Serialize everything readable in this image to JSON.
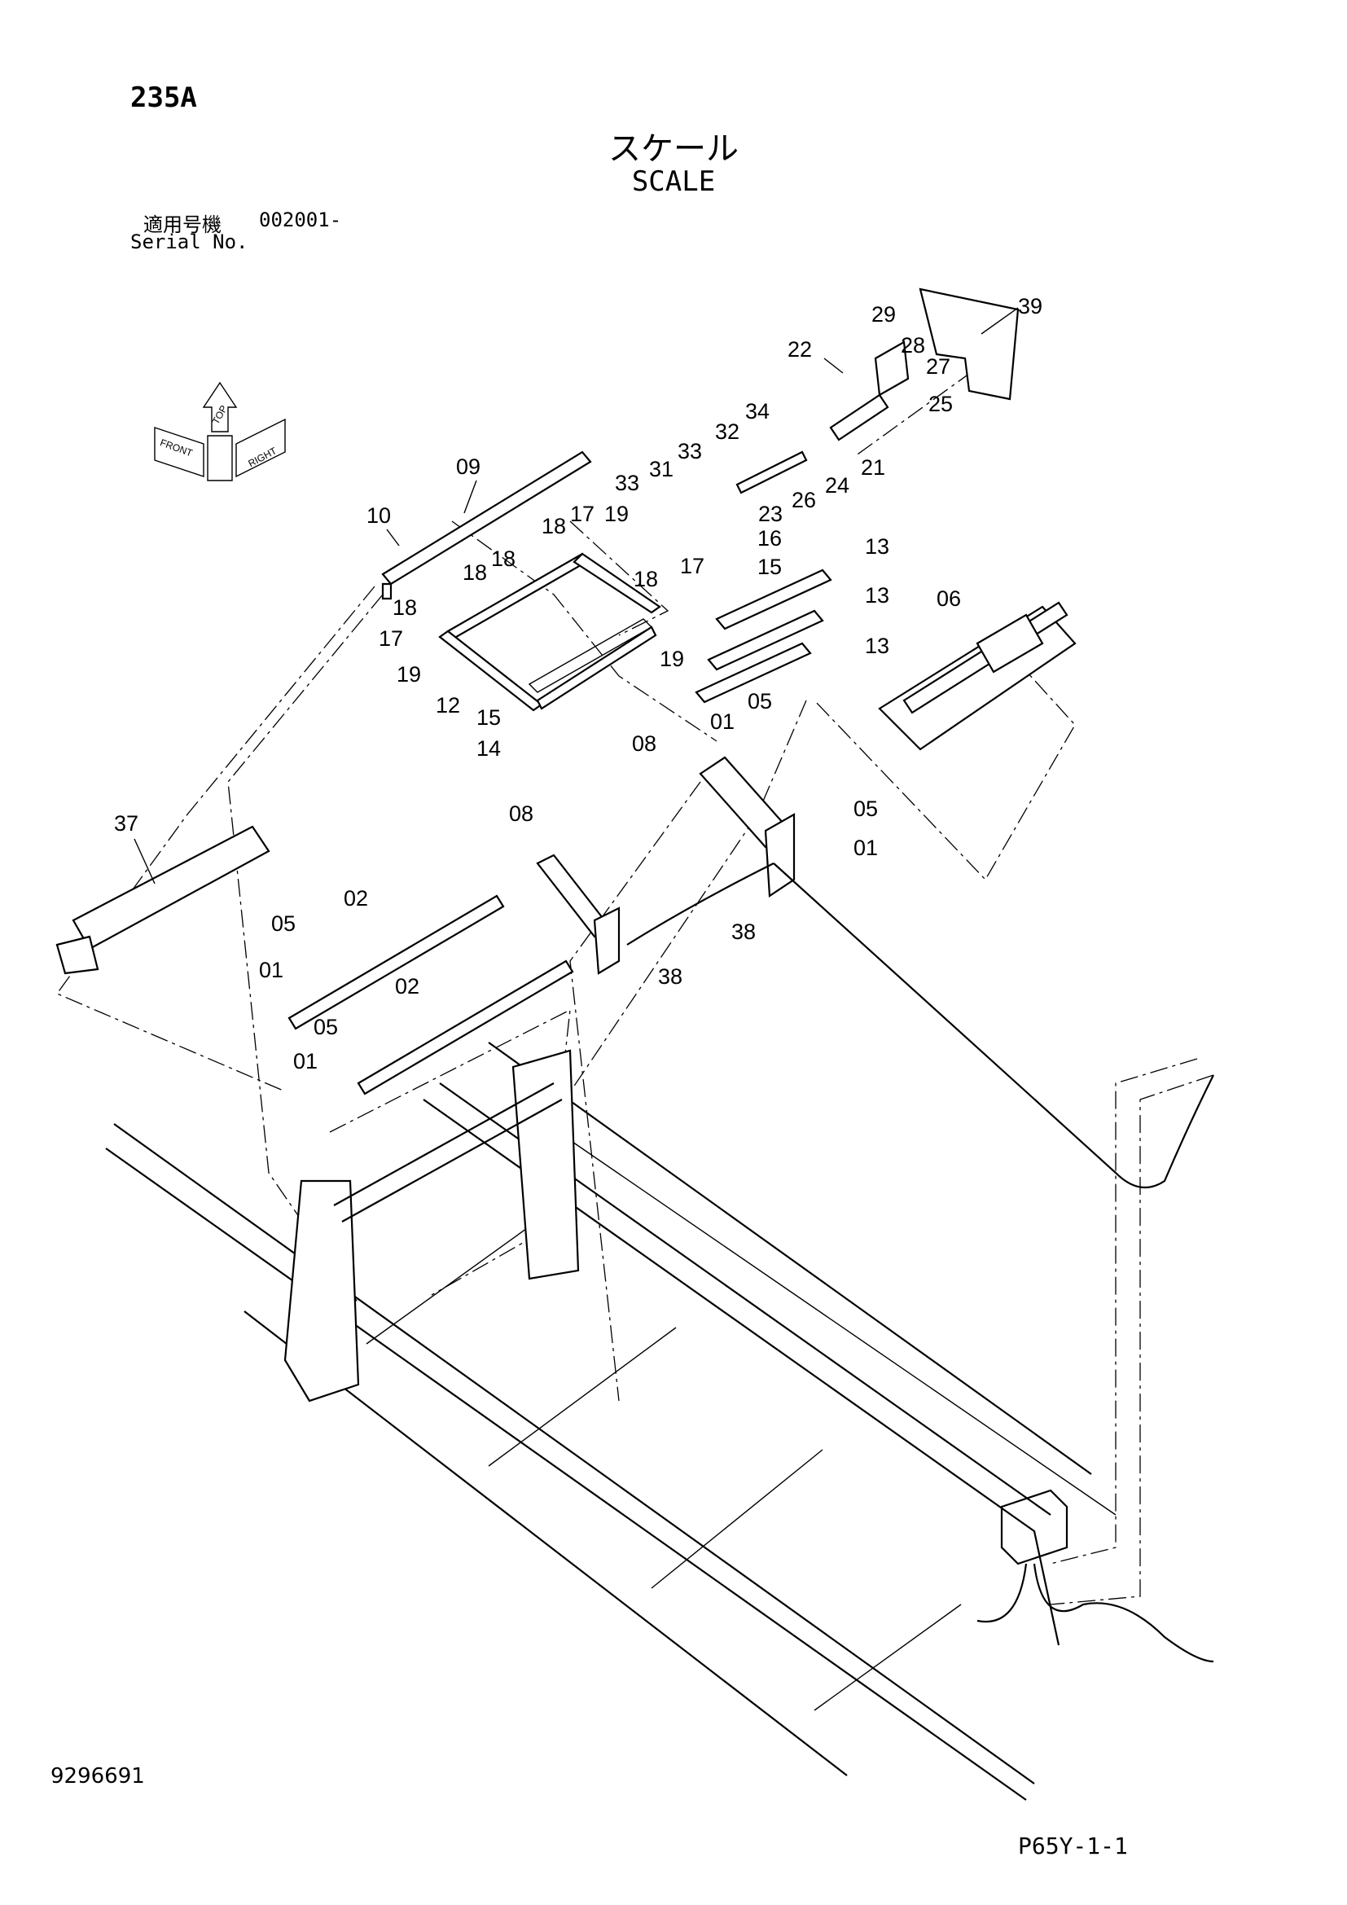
{
  "header": {
    "page_number": "235A",
    "title_ja": "スケール",
    "title_en": "SCALE",
    "serial_label_ja": "適用号機",
    "serial_value": "002001-",
    "serial_label_en": "Serial No."
  },
  "orientation_icon": {
    "labels": [
      "TOP",
      "FRONT",
      "RIGHT"
    ]
  },
  "callouts": [
    "39",
    "29",
    "28",
    "27",
    "25",
    "22",
    "34",
    "32",
    "33",
    "31",
    "33",
    "21",
    "24",
    "26",
    "23",
    "09",
    "10",
    "17",
    "19",
    "18",
    "18",
    "18",
    "16",
    "15",
    "13",
    "13",
    "13",
    "18",
    "17",
    "18",
    "06",
    "17",
    "19",
    "19",
    "12",
    "15",
    "14",
    "01",
    "05",
    "08",
    "05",
    "01",
    "08",
    "37",
    "02",
    "38",
    "38",
    "05",
    "01",
    "02",
    "05",
    "01"
  ],
  "footer": {
    "catalog_number": "9296691",
    "figure_code": "P65Y-1-1"
  }
}
